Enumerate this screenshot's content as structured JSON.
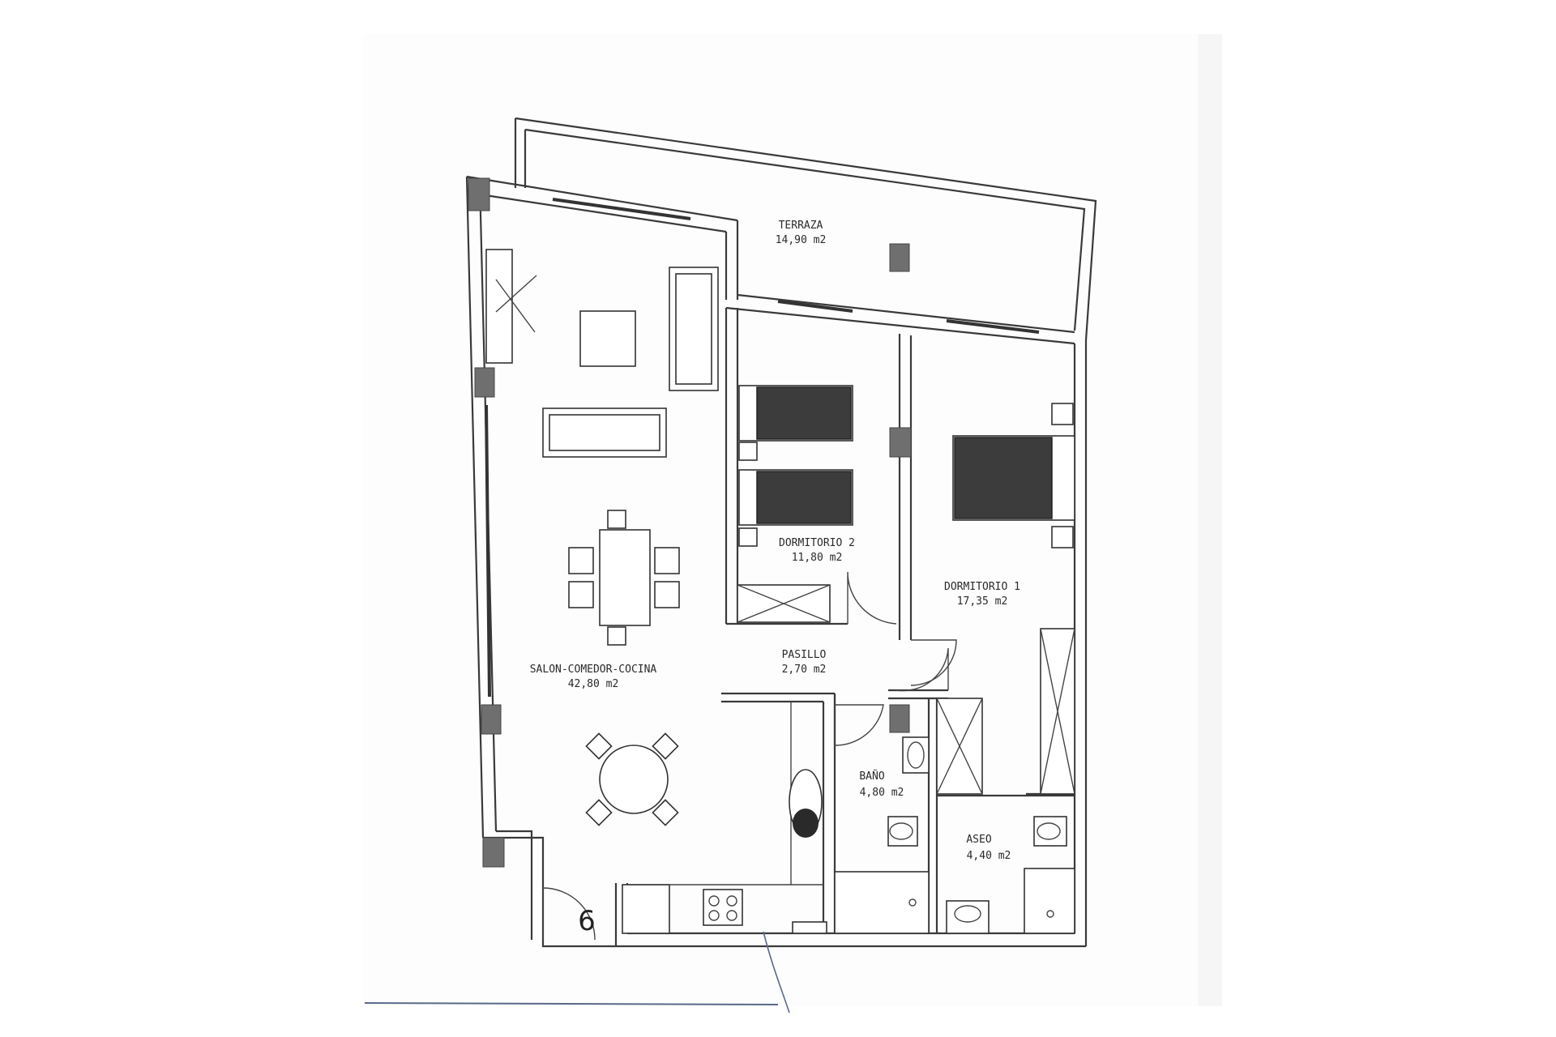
{
  "rooms": {
    "terraza": {
      "name": "TERRAZA",
      "area": "14,90 m2"
    },
    "dormitorio2": {
      "name": "DORMITORIO 2",
      "area": "11,80 m2"
    },
    "dormitorio1": {
      "name": "DORMITORIO 1",
      "area": "17,35 m2"
    },
    "pasillo": {
      "name": "PASILLO",
      "area": "2,70 m2"
    },
    "salon": {
      "name": "SALON-COMEDOR-COCINA",
      "area": "42,80 m2"
    },
    "bano": {
      "name": "BAÑO",
      "area": "4,80 m2"
    },
    "aseo": {
      "name": "ASEO",
      "area": "4,40 m2"
    }
  },
  "unit_number": "6",
  "colors": {
    "wall": "#3a3a3a",
    "pillar": "#6f6f6f",
    "background": "#ffffff"
  }
}
